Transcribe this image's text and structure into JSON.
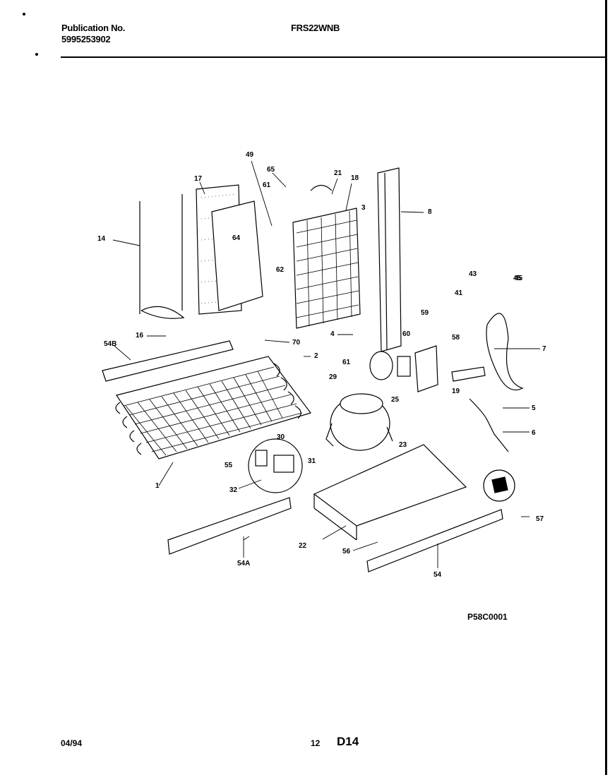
{
  "header": {
    "publication_label": "Publication No.",
    "publication_number": "5995253902",
    "model": "FRS22WNB"
  },
  "diagram": {
    "code": "P58C0001",
    "callouts": [
      "14",
      "17",
      "49",
      "65",
      "61",
      "21",
      "18",
      "3",
      "8",
      "64",
      "62",
      "16",
      "54B",
      "70",
      "2",
      "4",
      "45",
      "43",
      "41",
      "45",
      "7",
      "59",
      "58",
      "60",
      "61",
      "19",
      "29",
      "25",
      "5",
      "6",
      "1",
      "55",
      "30",
      "31",
      "32",
      "23",
      "57",
      "22",
      "56",
      "54A",
      "54"
    ]
  },
  "footer": {
    "date": "04/94",
    "page": "12",
    "section": "D14"
  }
}
